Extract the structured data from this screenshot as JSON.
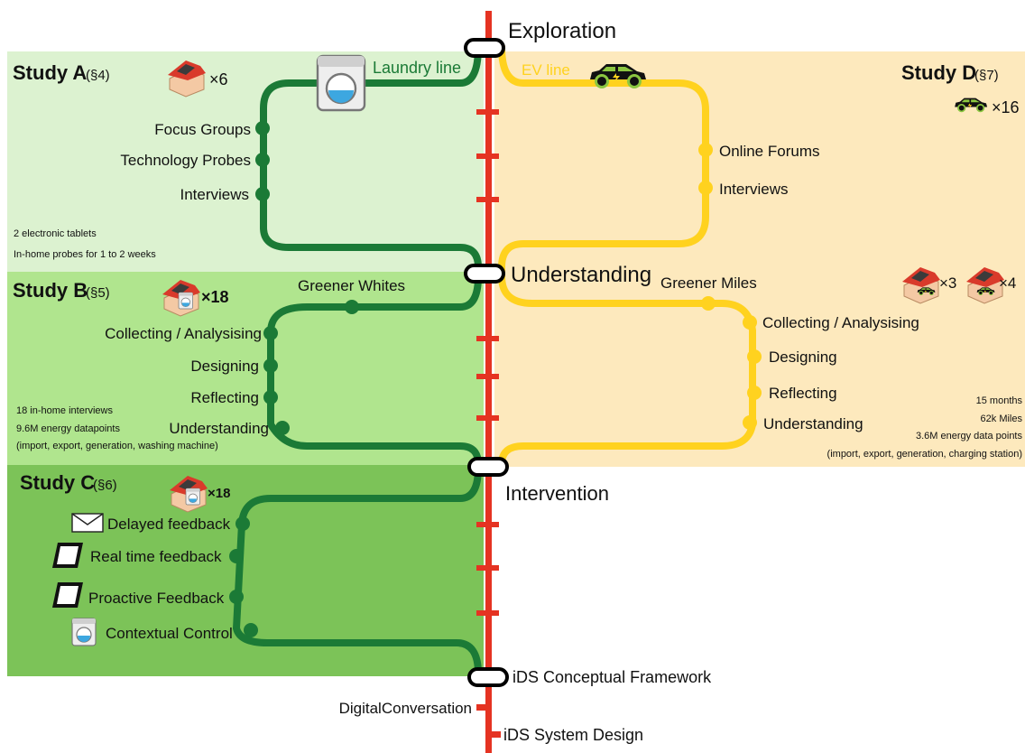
{
  "stages": {
    "exploration": "Exploration",
    "understanding": "Understanding",
    "intervention": "Intervention",
    "framework": "iDS Conceptual Framework",
    "digital_conversation": "DigitalConversation",
    "system_design": "iDS System Design"
  },
  "study_a": {
    "title": "Study A",
    "section": "(§4)",
    "homes": "×6",
    "line": "Laundry line",
    "stations": [
      "Focus Groups",
      "Technology Probes",
      "Interviews"
    ],
    "notes": [
      "2 electronic tablets",
      "In-home probes for 1 to 2 weeks"
    ]
  },
  "study_b": {
    "title": "Study B",
    "section": "(§5)",
    "homes": "×18",
    "line": "Greener Whites",
    "stations": [
      "Collecting / Analysising",
      "Designing",
      "Reflecting",
      "Understanding"
    ],
    "notes": [
      "18 in-home interviews",
      "9.6M energy datapoints",
      "(import, export, generation, washing machine)"
    ]
  },
  "study_c": {
    "title": "Study C",
    "section": "(§6)",
    "homes": "×18",
    "stations": [
      "Delayed feedback",
      "Real time feedback",
      "Proactive Feedback",
      "Contextual Control"
    ]
  },
  "study_d": {
    "title": "Study D",
    "section": "(§7)",
    "cars": "×16",
    "line": "EV line",
    "stations": [
      "Online Forums",
      "Interviews"
    ]
  },
  "greener_miles": {
    "line": "Greener Miles",
    "homes_a": "×3",
    "homes_b": "×4",
    "stations": [
      "Collecting / Analysising",
      "Designing",
      "Reflecting",
      "Understanding"
    ],
    "notes": [
      "15 months",
      "62k Miles",
      "3.6M energy data points",
      "(import, export, generation, charging station)"
    ]
  },
  "colors": {
    "study_a_bg": "#dcf2d0",
    "study_b_bg": "#b0e58e",
    "study_c_bg": "#7cc358",
    "study_d_bg": "#fde9bd",
    "laundry_line": "#1b7a36",
    "ev_line": "#ffd21f",
    "main_line": "#e53322"
  },
  "icons": [
    "house-icon",
    "washing-machine-icon",
    "electric-car-icon",
    "envelope-icon",
    "tablet-icon"
  ]
}
